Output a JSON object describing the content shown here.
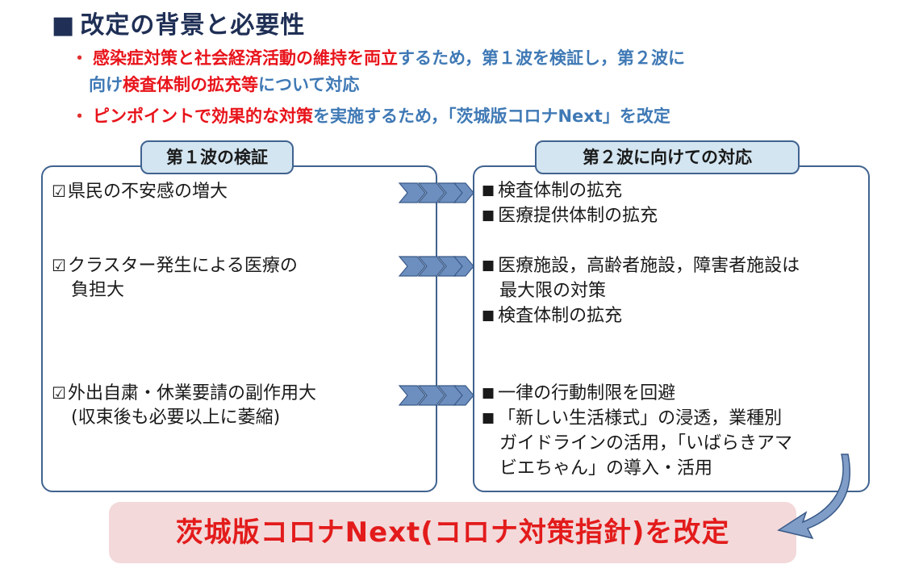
{
  "title": "改定の背景と必要性",
  "bullets": [
    {
      "red1": "感染症対策と社会経済活動の維持を両立",
      "blue1": "するため，第１波を検証し，第２波に",
      "blue2": "向け",
      "red2": "検査体制の拡充等",
      "blue3": "について対応"
    },
    {
      "red1": "ピンポイントで効果的な対策",
      "blue1": "を実施するため，「茨城版コロナNext」を改定"
    }
  ],
  "left_header": "第１波の検証",
  "right_header": "第２波に向けての対応",
  "left_items": [
    {
      "line1": "県民の不安感の増大",
      "line2": ""
    },
    {
      "line1": "クラスター発生による医療の",
      "line2": "負担大"
    },
    {
      "line1": "外出自粛・休業要請の副作用大",
      "line2": "(収束後も必要以上に萎縮)"
    }
  ],
  "right_groups": [
    [
      "検査体制の拡充",
      "医療提供体制の拡充"
    ],
    [
      "医療施設，高齢者施設，障害者施設は",
      "最大限の対策",
      "検査体制の拡充"
    ],
    [
      "一律の行動制限を回避",
      "「新しい生活様式」の浸透，業種別",
      "ガイドラインの活用，「いばらきアマ",
      "ビエちゃん」の導入・活用"
    ]
  ],
  "banner": "茨城版コロナNext(コロナ対策指針)を改定",
  "colors": {
    "navy": "#40638f",
    "red": "#e8141b",
    "blue": "#3f79b5",
    "header_fill": "#d3e5f1",
    "banner_fill": "#f3d9da"
  },
  "icons": {
    "check": "checkbox-icon",
    "square": "black-square-bullet",
    "chevron": "chevron-arrow-icon"
  }
}
